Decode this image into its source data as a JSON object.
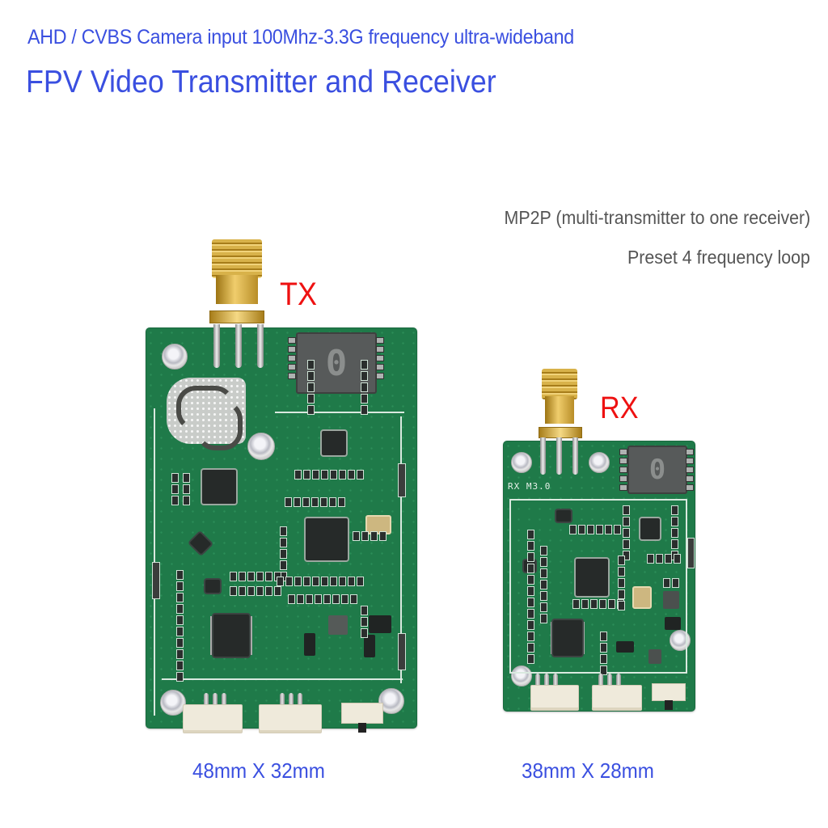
{
  "header": {
    "subtitle": "AHD / CVBS Camera input 100Mhz-3.3G frequency ultra-wideband",
    "title": "FPV Video Transmitter and Receiver"
  },
  "features": [
    "MP2P (multi-transmitter to one receiver)",
    "Preset 4 frequency loop"
  ],
  "tx_module": {
    "label": "TX",
    "dimensions": "48mm X 32mm",
    "display_digit": "0"
  },
  "rx_module": {
    "label": "RX",
    "silkscreen": "RX M3.0",
    "dimensions": "38mm X 28mm",
    "display_digit": "0"
  },
  "colors": {
    "title_blue": "#3a4fe0",
    "label_red": "#ee1111",
    "feature_gray": "#555555",
    "pcb_green": "#1f7a49",
    "sma_gold": "#d8b24a"
  }
}
